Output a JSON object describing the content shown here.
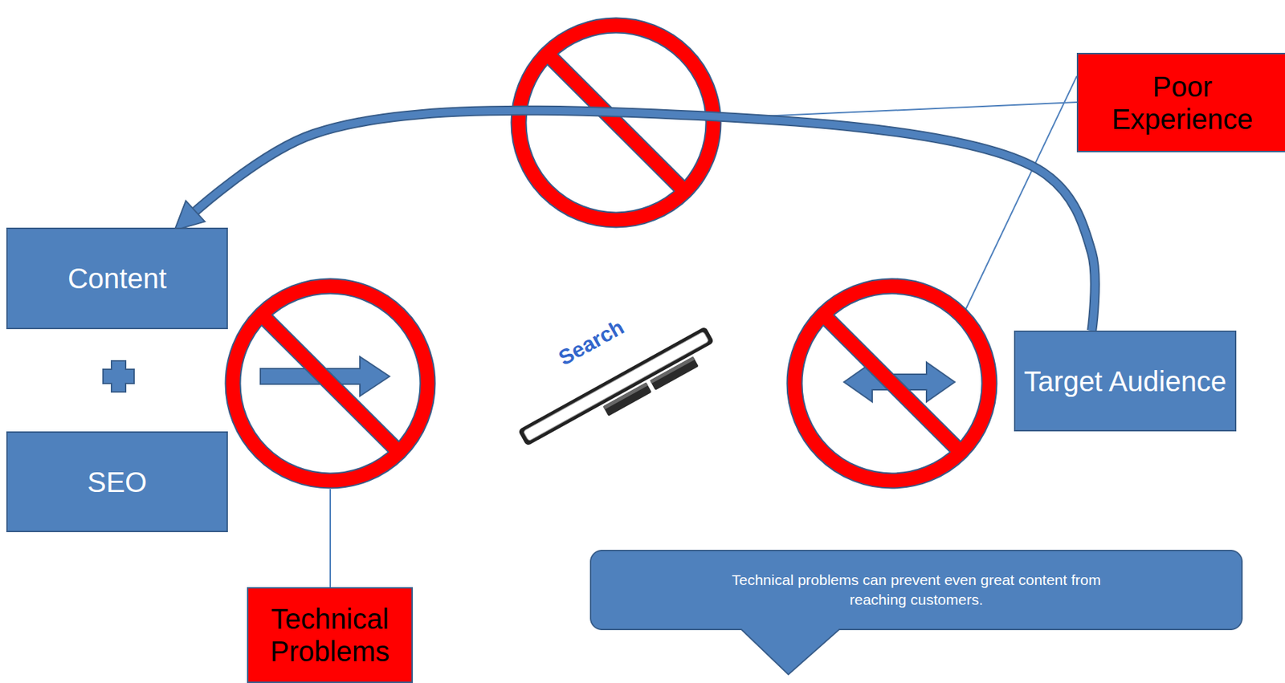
{
  "diagram": {
    "nodes": [
      {
        "text": [
          "Poor Experience"
        ]
      },
      {
        "text": [
          "Content"
        ]
      },
      {
        "text": [
          "Target Audience"
        ]
      },
      {
        "text": [
          "SEO"
        ]
      },
      {
        "text": [
          "Technical problems can prevent even great content from reaching customers."
        ]
      },
      {
        "text": [
          "Technical Problems"
        ]
      }
    ],
    "edges": [
      {
        "from": 2,
        "to": 1,
        "arrow": "to"
      }
    ],
    "labels": [
      "Search"
    ]
  }
}
